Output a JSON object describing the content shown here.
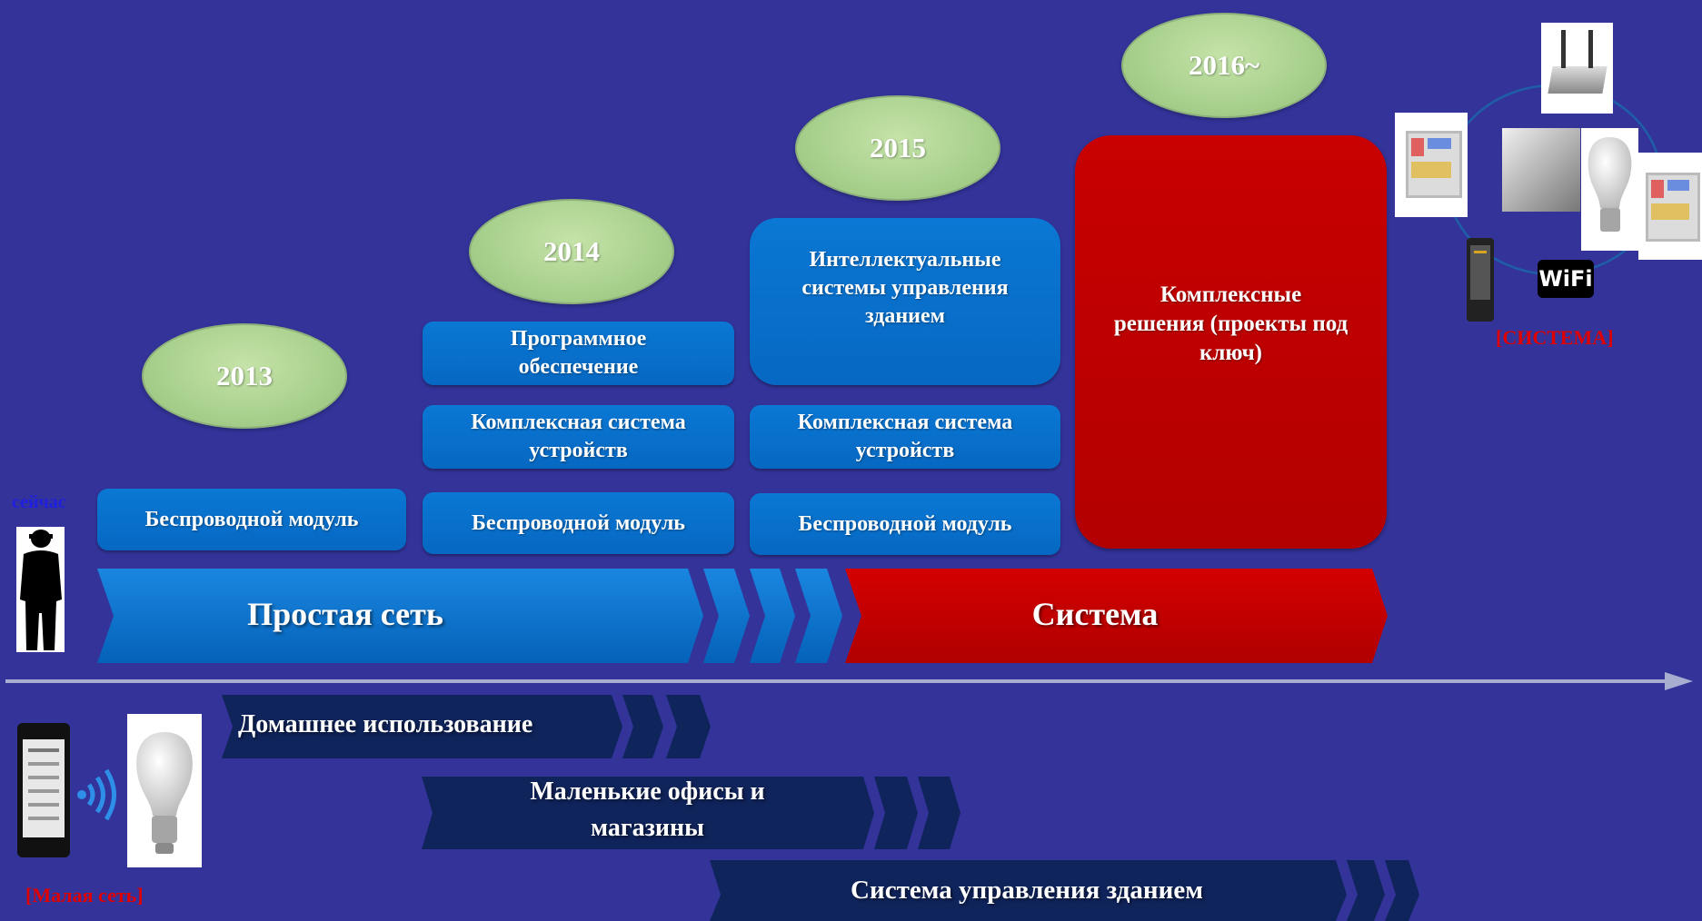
{
  "years": [
    "2013",
    "2014",
    "2015",
    "2016~"
  ],
  "now_label": "сейчас",
  "boxes": {
    "wireless_module": "Беспроводной модуль",
    "complex_device_system": "Комплексная система устройств",
    "software": "Программное обеспечение",
    "intelligent_bms": "Интеллектуальные системы управления зданием",
    "turnkey": "Комплексные решения (проекты под ключ)"
  },
  "main_arrows": {
    "simple_network": "Простая сеть",
    "system": "Система"
  },
  "segments": {
    "home_use": "Домашнее использование",
    "small_offices": "Маленькие офисы и магазины",
    "bms": "Система управления зданием"
  },
  "labels": {
    "small_network": "[Малая сеть]",
    "system_tag": "[СИСТЕМА]",
    "wifi": "WiFi"
  },
  "colors": {
    "background": "#33339a",
    "blue": "#0670cc",
    "red": "#c00000",
    "navy": "#10245c",
    "oval_green": "#a8d08d"
  }
}
